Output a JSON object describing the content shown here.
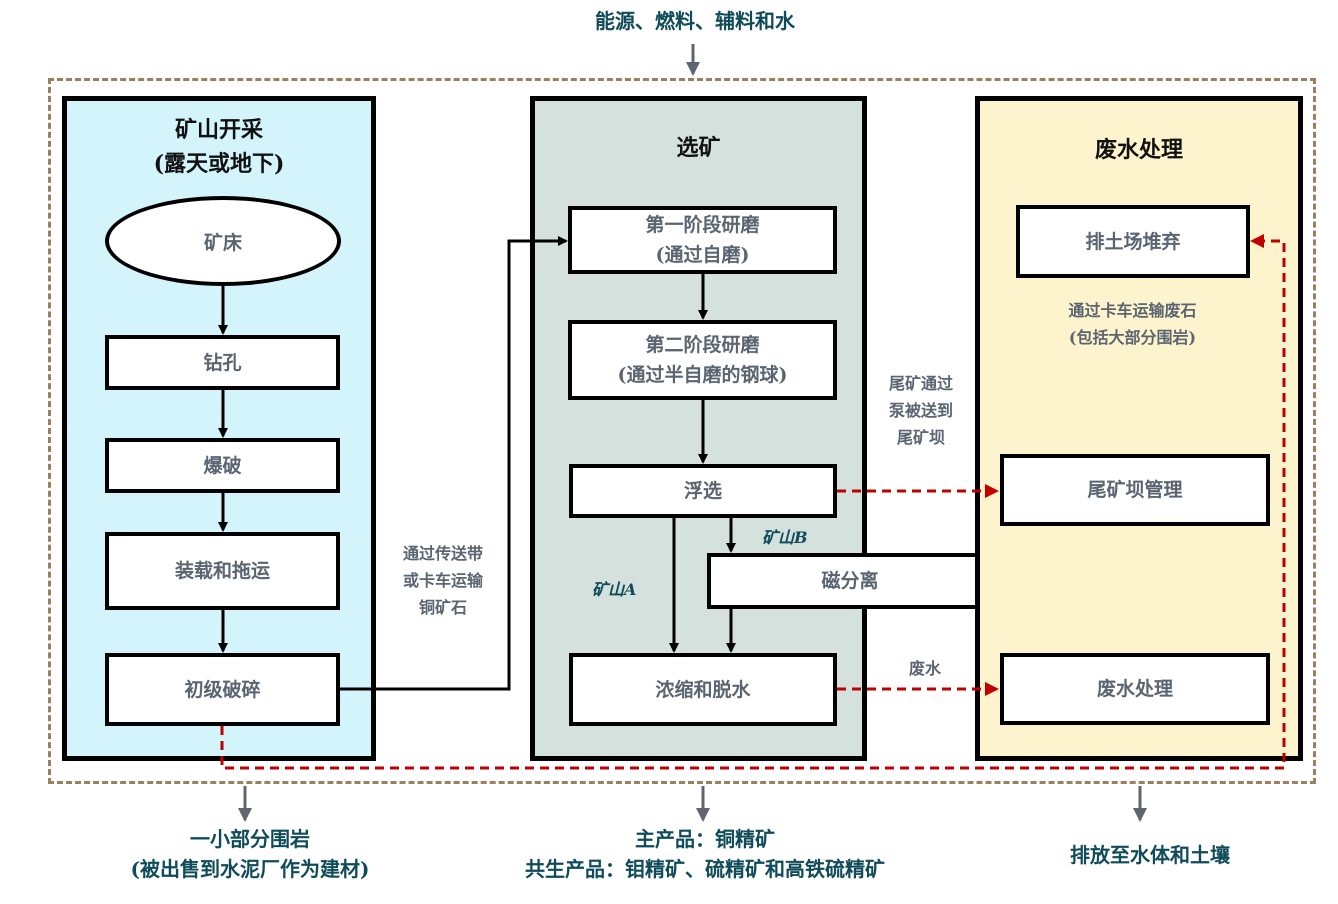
{
  "inputs_label": "能源、燃料、辅料和水",
  "panels": {
    "mining": {
      "title_line1": "矿山开采",
      "title_line2": "(露天或地下)",
      "ore_body": "矿床",
      "steps": [
        "钻孔",
        "爆破",
        "装载和拖运",
        "初级破碎"
      ]
    },
    "processing": {
      "title": "选矿",
      "steps": {
        "grind1_line1": "第一阶段研磨",
        "grind1_line2": "(通过自磨)",
        "grind2_line1": "第二阶段研磨",
        "grind2_line2": "(通过半自磨的钢球)",
        "flotation": "浮选",
        "magnetic": "磁分离",
        "thickening": "浓缩和脱水"
      },
      "branch_a": "矿山A",
      "branch_b": "矿山B"
    },
    "waste": {
      "title": "废水处理",
      "dump": "排土场堆弃",
      "dump_note_line1": "通过卡车运输废石",
      "dump_note_line2": "(包括大部分围岩)",
      "tailings": "尾矿坝管理",
      "water": "废水处理"
    }
  },
  "connectors": {
    "conveyor_line1": "通过传送带",
    "conveyor_line2": "或卡车运输",
    "conveyor_line3": "铜矿石",
    "tailings_line1": "尾矿通过",
    "tailings_line2": "泵被送到",
    "tailings_line3": "尾矿坝",
    "wastewater": "废水"
  },
  "outputs": {
    "left_line1": "一小部分围岩",
    "left_line2": "(被出售到水泥厂作为建材)",
    "middle_line1": "主产品：铜精矿",
    "middle_line2": "共生产品：钼精矿、硫精矿和高铁硫精矿",
    "right": "排放至水体和土壤"
  },
  "colors": {
    "mining_bg": "#d4f4fc",
    "processing_bg": "#d5e1dc",
    "waste_bg": "#fdf3cc",
    "frame": "#9b8060",
    "waste_flow": "#c00000",
    "label_teal": "#0f4b5a"
  }
}
